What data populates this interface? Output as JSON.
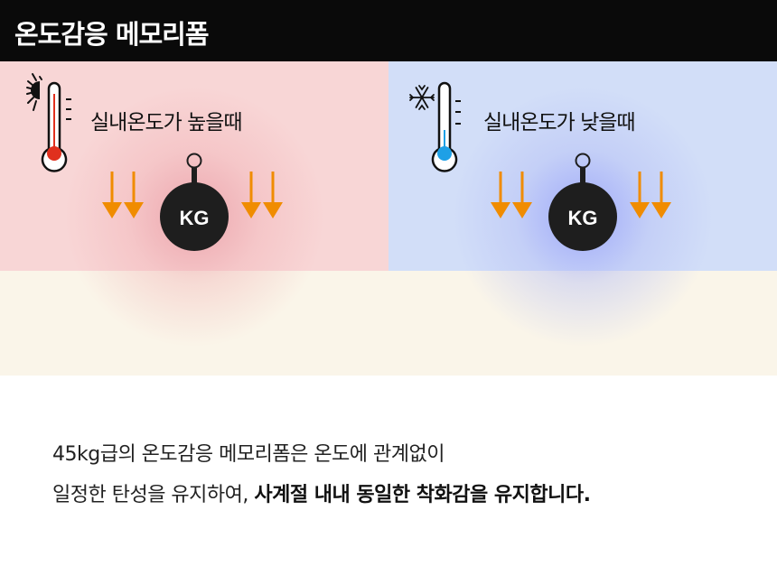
{
  "header": {
    "title": "온도감응 메모리폼"
  },
  "panels": [
    {
      "label": "실내온도가 높을때",
      "icon": "thermometer-hot-icon",
      "weight_label": "KG",
      "accent": "#e0301e"
    },
    {
      "label": "실내온도가 낮을때",
      "icon": "thermometer-cold-icon",
      "weight_label": "KG",
      "accent": "#1ea0e6"
    }
  ],
  "description": {
    "line1": "45kg급의 온도감응 메모리폼은 온도에 관계없이",
    "line2_normal": "일정한 탄성을 유지하여, ",
    "line2_bold": "사계절 내내 동일한 착화감을 유지합니다."
  },
  "colors": {
    "arrow": "#f08c00",
    "weight": "#1e1e1e"
  }
}
